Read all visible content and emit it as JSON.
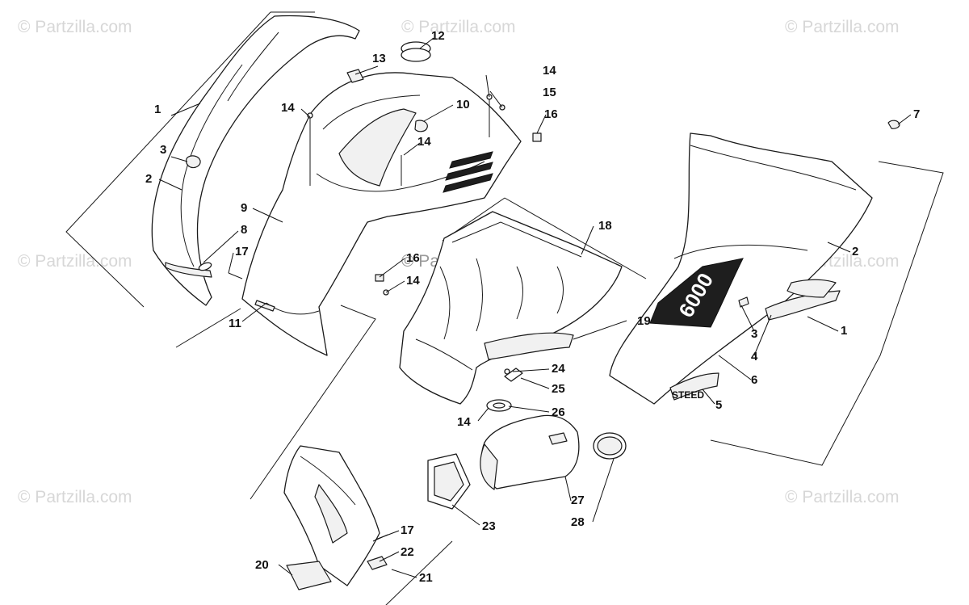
{
  "watermark": "© Partzilla.com",
  "decal_text": "6000",
  "logo_text": "STEED",
  "callouts": [
    "1",
    "2",
    "3",
    "4",
    "5",
    "6",
    "7",
    "8",
    "9",
    "10",
    "11",
    "12",
    "13",
    "14",
    "15",
    "16",
    "17",
    "18",
    "19",
    "20",
    "21",
    "22",
    "23",
    "24",
    "25",
    "26",
    "27",
    "28"
  ]
}
